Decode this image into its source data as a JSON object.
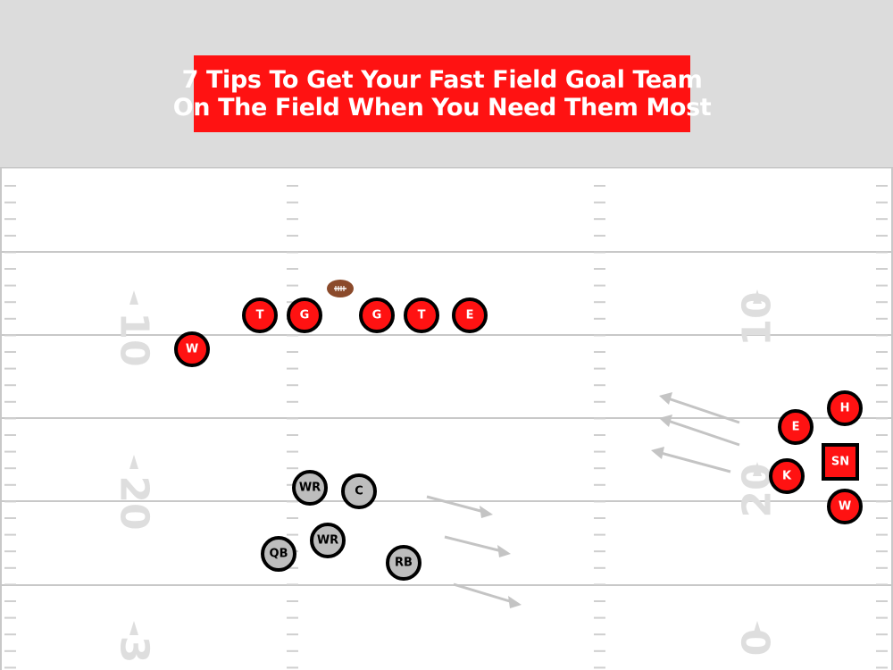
{
  "header": {
    "title_line1": "7 Tips To Get Your Fast Field Goal Team",
    "title_line2": "On The Field When You Need Them Most"
  },
  "colors": {
    "title_bg": "#ff1212",
    "header_bg": "#dcdcdc",
    "defense": "#ff1212",
    "offense": "#bdbdbd",
    "player_outline": "#000000",
    "field_line": "#c8c8c8",
    "yard_number": "#dedede",
    "arrow": "#c4c4c4",
    "football": "#8b4a2b"
  },
  "field": {
    "yard_numbers_left": [
      "10",
      "20",
      "3"
    ],
    "yard_numbers_right": [
      "10",
      "20",
      "0"
    ]
  },
  "football": {
    "icon": "football-icon"
  },
  "defense_top": [
    "T",
    "G",
    "G",
    "T",
    "E",
    "W"
  ],
  "defense_right": [
    "H",
    "E",
    "SN",
    "K",
    "W"
  ],
  "offense": [
    "WR",
    "C",
    "WR",
    "QB",
    "RB"
  ]
}
